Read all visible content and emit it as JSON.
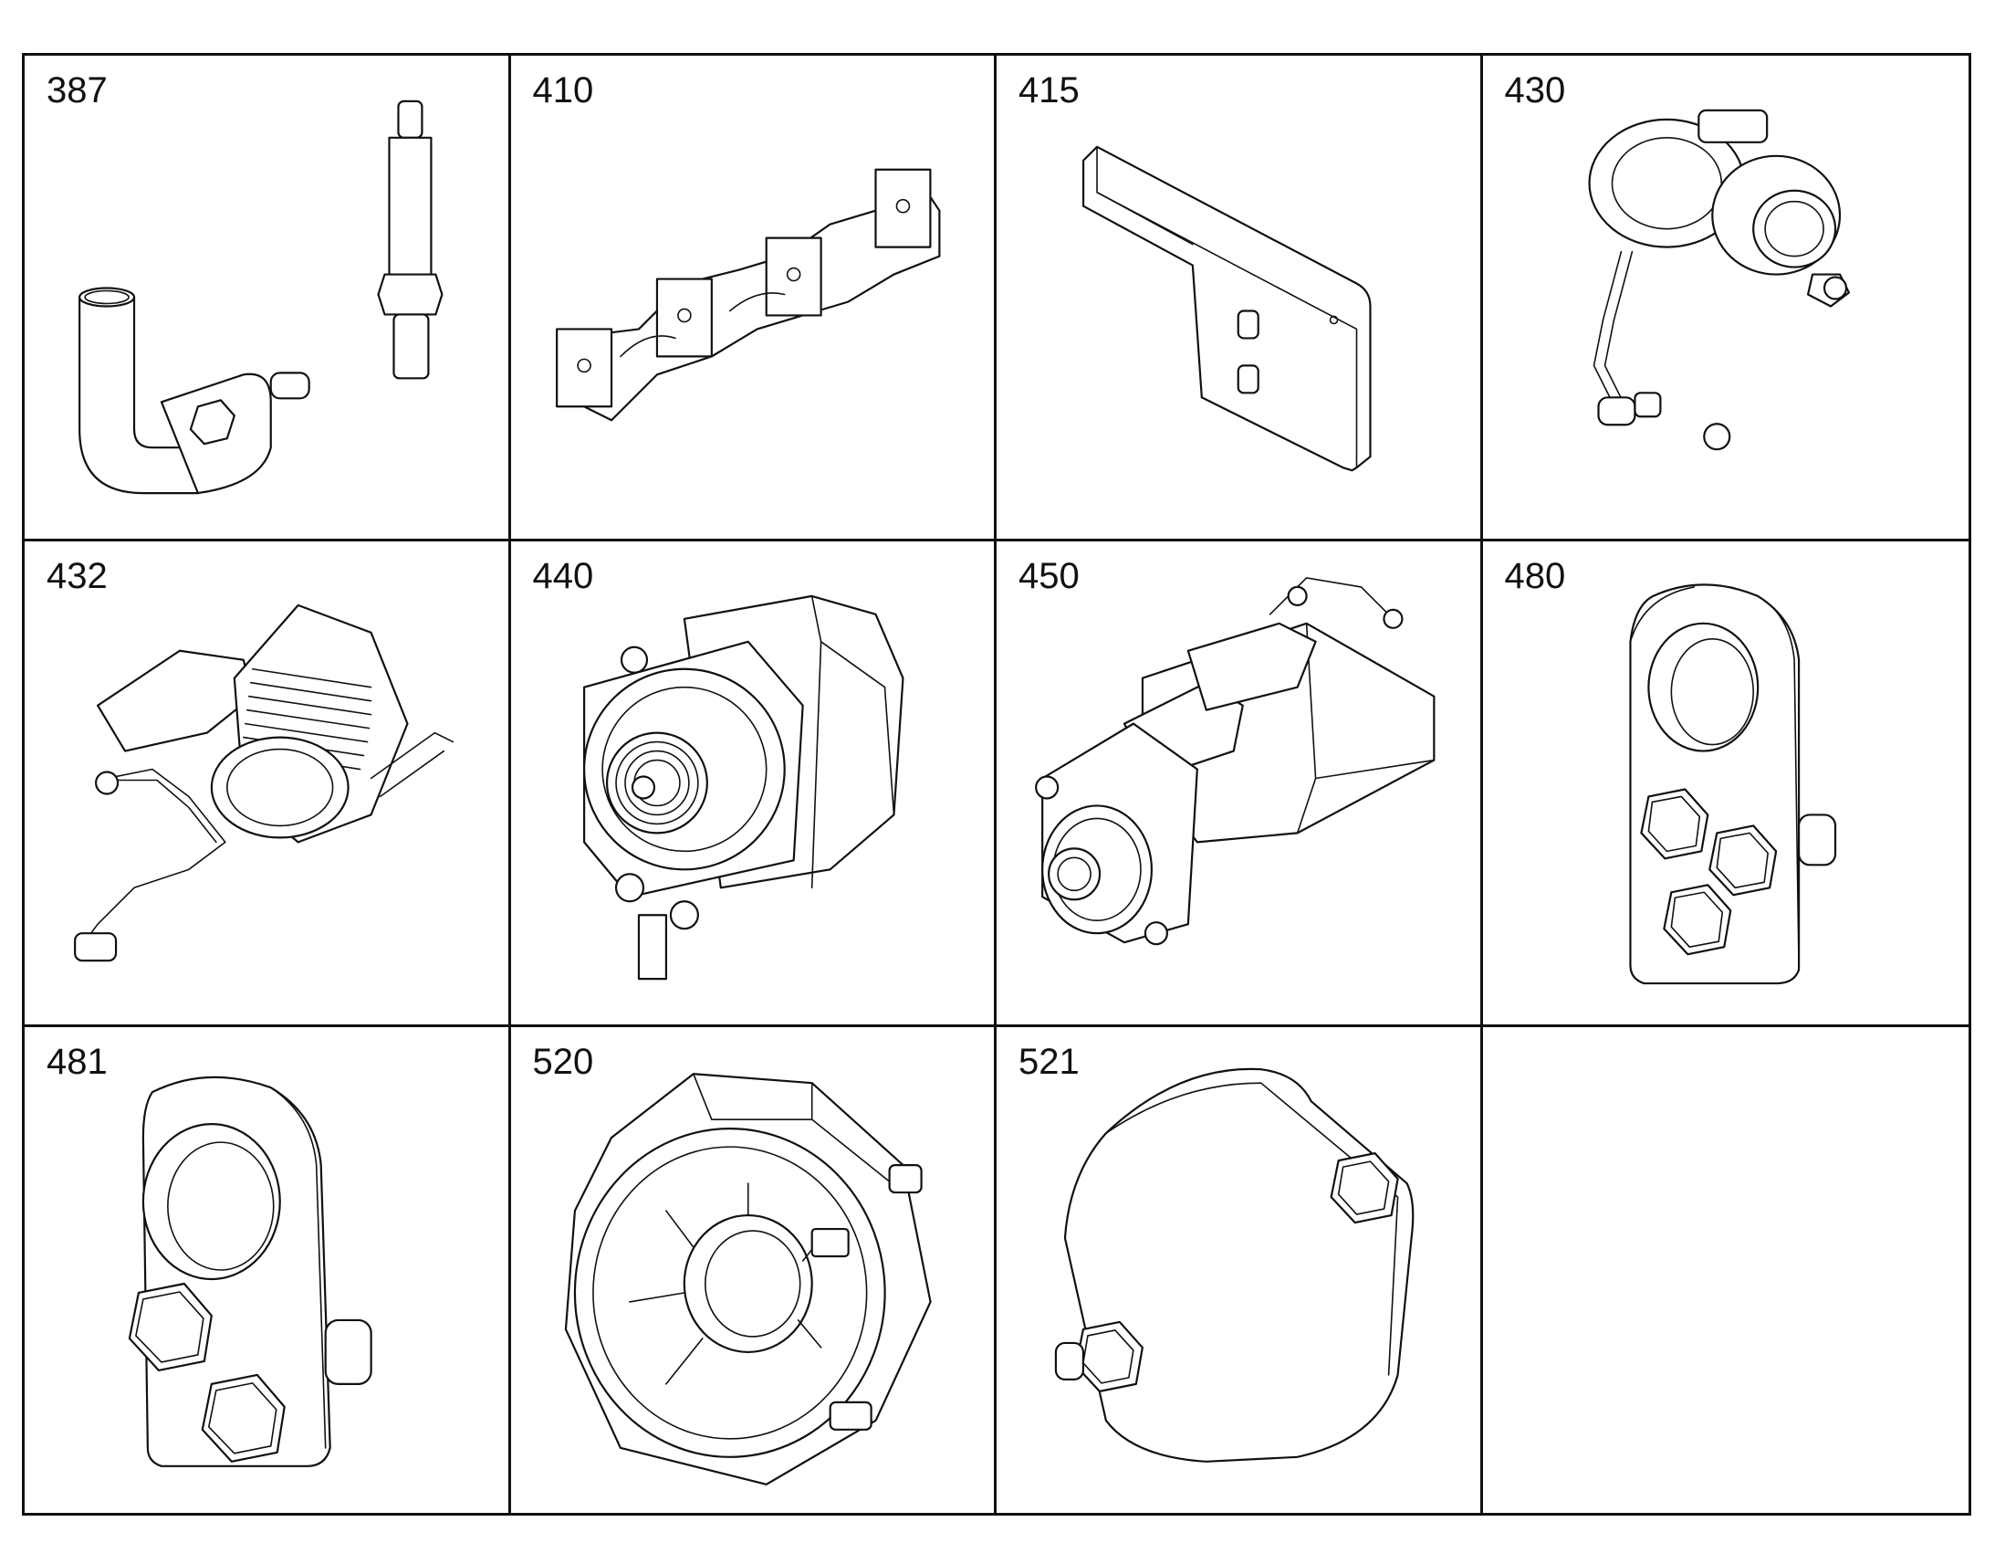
{
  "parts": [
    {
      "number": "387",
      "icon": "pipe-elbow-and-pin-icon"
    },
    {
      "number": "410",
      "icon": "exhaust-manifold-icon"
    },
    {
      "number": "415",
      "icon": "heat-shield-bracket-icon"
    },
    {
      "number": "430",
      "icon": "turbocharger-icon"
    },
    {
      "number": "432",
      "icon": "egr-valve-assembly-icon"
    },
    {
      "number": "440",
      "icon": "alternator-icon"
    },
    {
      "number": "450",
      "icon": "starter-motor-icon"
    },
    {
      "number": "480",
      "icon": "lifting-eye-three-bolts-icon"
    },
    {
      "number": "481",
      "icon": "lifting-eye-two-bolts-icon"
    },
    {
      "number": "520",
      "icon": "flywheel-housing-icon"
    },
    {
      "number": "521",
      "icon": "cover-plate-icon"
    },
    {
      "number": "",
      "icon": ""
    }
  ]
}
